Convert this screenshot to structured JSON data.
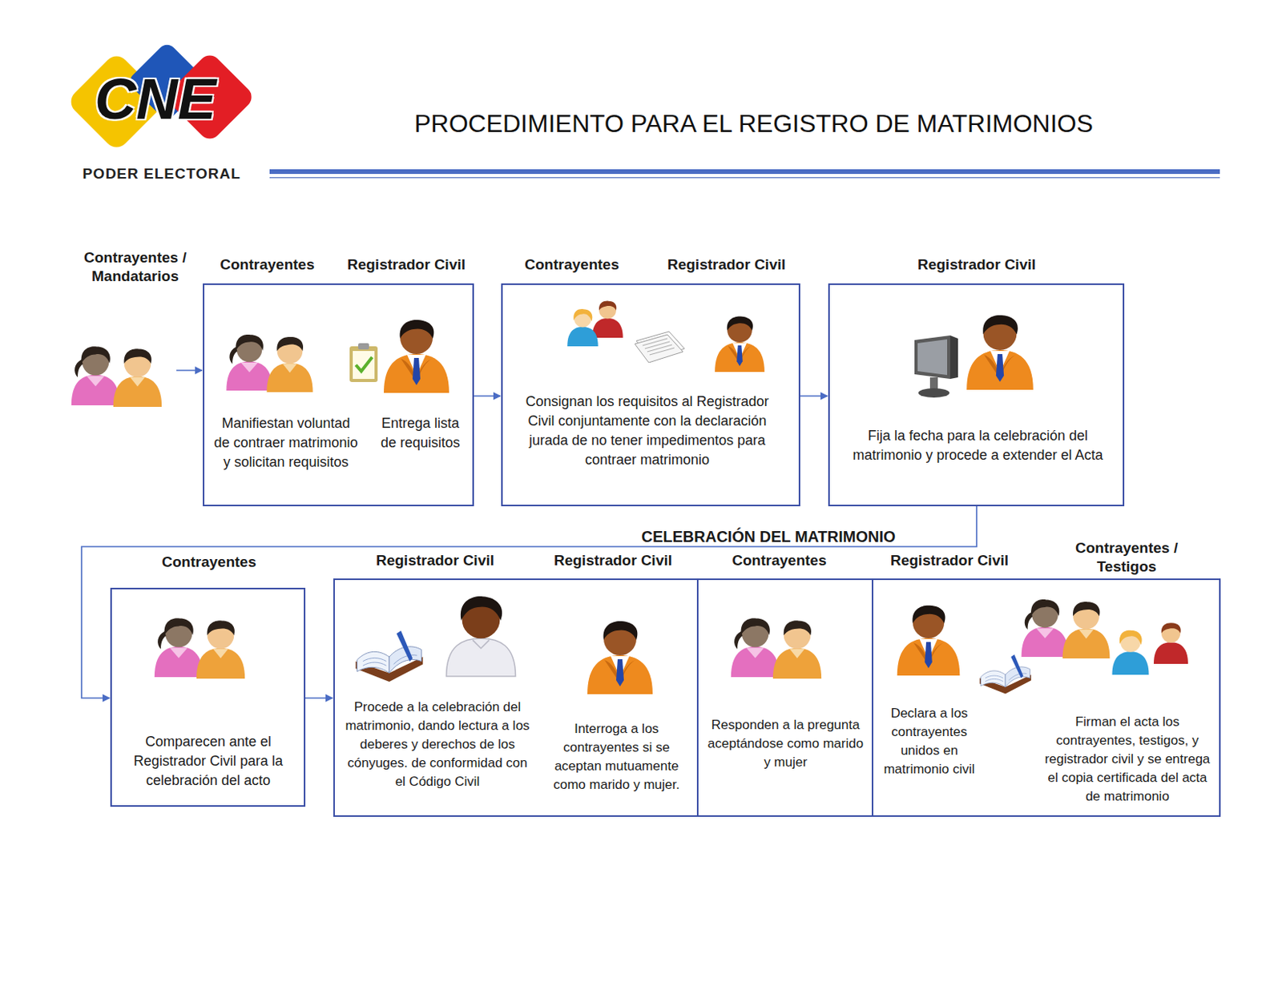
{
  "diagram": {
    "title": "PROCEDIMIENTO PARA EL REGISTRO DE MATRIMONIOS",
    "nodes": [
      {
        "text": [
          "Contrayentes / Mandatarios"
        ]
      },
      {
        "text": [
          "Contrayentes",
          "Registrador Civil",
          "Manifiestan voluntad de contraer matrimonio y solicitan requisitos",
          "Entrega lista de requisitos"
        ]
      },
      {
        "text": [
          "Contrayentes",
          "Registrador Civil",
          "Consignan los requisitos al Registrador Civil conjuntamente con la declaración jurada de no tener impedimentos para contraer matrimonio"
        ]
      },
      {
        "text": [
          "Registrador Civil",
          "Fija la fecha para la celebración del matrimonio y procede a extender el Acta"
        ]
      },
      {
        "text": [
          "Contrayentes",
          "Comparecen ante el Registrador Civil para la celebración del acto"
        ]
      },
      {
        "text": [
          "CELEBRACIÓN DEL MATRIMONIO"
        ]
      },
      {
        "text": [
          "Registrador Civil",
          "Registrador Civil",
          "Procede a la celebración del matrimonio, dando lectura a los deberes y derechos de los cónyuges. de conformidad con el Código Civil",
          "Interroga a los contrayentes si se aceptan mutuamente como marido y mujer."
        ],
        "in": 5
      },
      {
        "text": [
          "Contrayentes",
          "Responden a la pregunta aceptándose como marido y mujer"
        ],
        "in": 5
      },
      {
        "text": [
          "Registrador Civil",
          "Contrayentes / Testigos",
          "Declara a los contrayentes unidos en matrimonio civil",
          "Firman el acta los contrayentes, testigos, y registrador civil y se entrega el copia certificada del acta de matrimonio"
        ],
        "in": 5
      }
    ],
    "edges": [
      {
        "from": 0,
        "to": 1,
        "arrow": "to"
      },
      {
        "from": 1,
        "to": 2,
        "arrow": "to"
      },
      {
        "from": 2,
        "to": 3,
        "arrow": "to"
      },
      {
        "from": 3,
        "to": 4,
        "arrow": "to"
      },
      {
        "from": 4,
        "to": 5,
        "arrow": "to"
      }
    ],
    "labels": [
      "CNE",
      "PODER ELECTORAL"
    ]
  }
}
